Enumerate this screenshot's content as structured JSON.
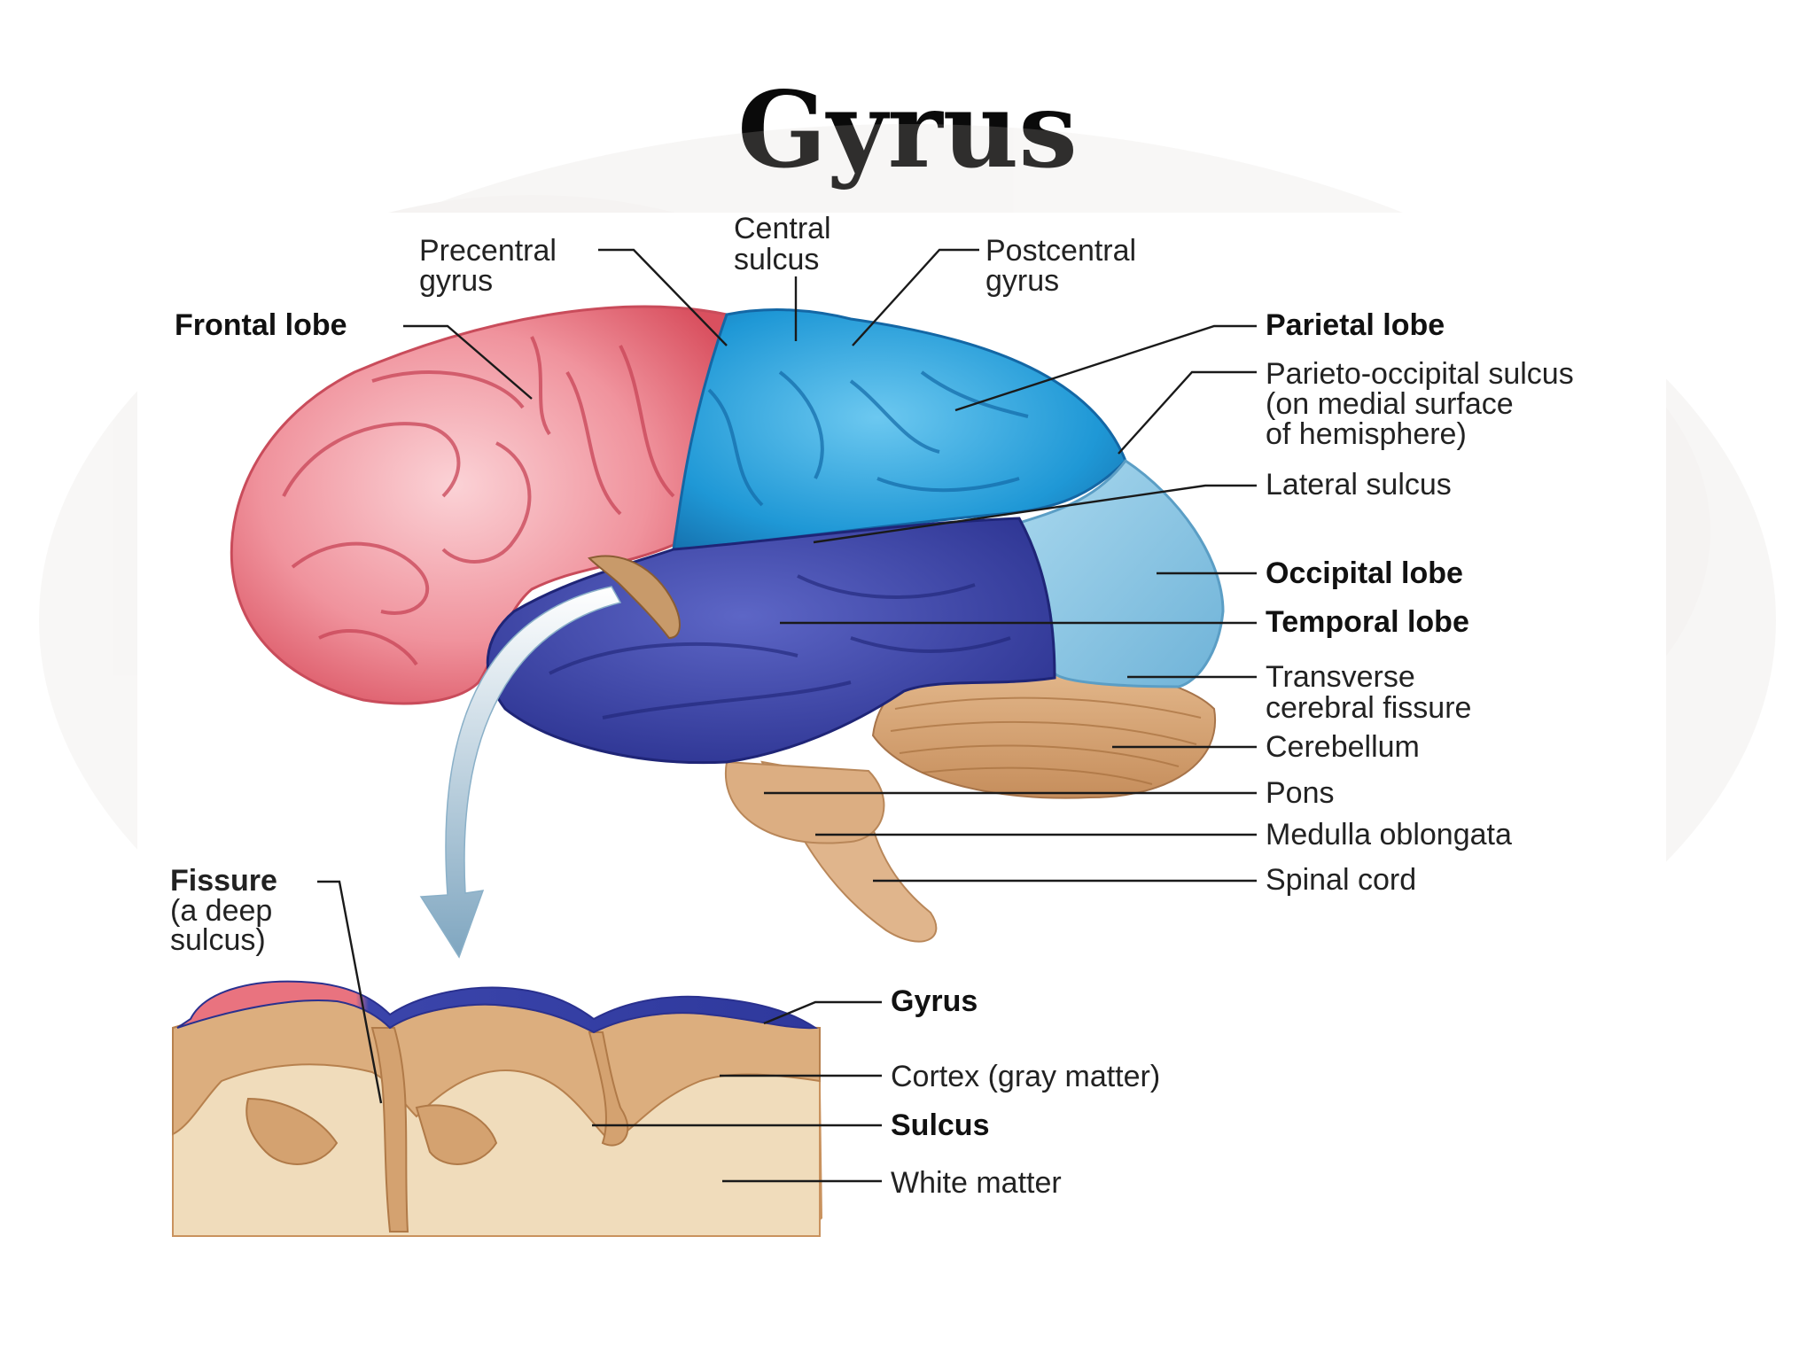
{
  "title": "Gyrus",
  "labels": {
    "precentral_gyrus": [
      "Precentral",
      "gyrus"
    ],
    "central_sulcus": [
      "Central",
      "sulcus"
    ],
    "postcentral_gyrus": [
      "Postcentral",
      "gyrus"
    ],
    "frontal_lobe": "Frontal lobe",
    "parietal_lobe": "Parietal lobe",
    "parieto_occipital_sulcus": [
      "Parieto-occipital sulcus",
      "(on medial surface",
      "of hemisphere)"
    ],
    "lateral_sulcus": "Lateral sulcus",
    "occipital_lobe": "Occipital lobe",
    "temporal_lobe": "Temporal lobe",
    "transverse_cerebral_fissure": [
      "Transverse",
      "cerebral fissure"
    ],
    "cerebellum": "Cerebellum",
    "pons": "Pons",
    "medulla_oblongata": "Medulla oblongata",
    "spinal_cord": "Spinal cord",
    "fissure": [
      "Fissure",
      "(a deep",
      "sulcus)"
    ],
    "gyrus": "Gyrus",
    "cortex": "Cortex (gray matter)",
    "sulcus": "Sulcus",
    "white_matter": "White matter"
  },
  "colors": {
    "frontal": "#ee8a95",
    "parietal": "#2aa3df",
    "occipital": "#86c4e3",
    "temporal": "#3a43a8",
    "cerebellum": "#d7a57a",
    "gray_matter": "#d9ad7c",
    "white_matter": "#f1dfbf"
  }
}
